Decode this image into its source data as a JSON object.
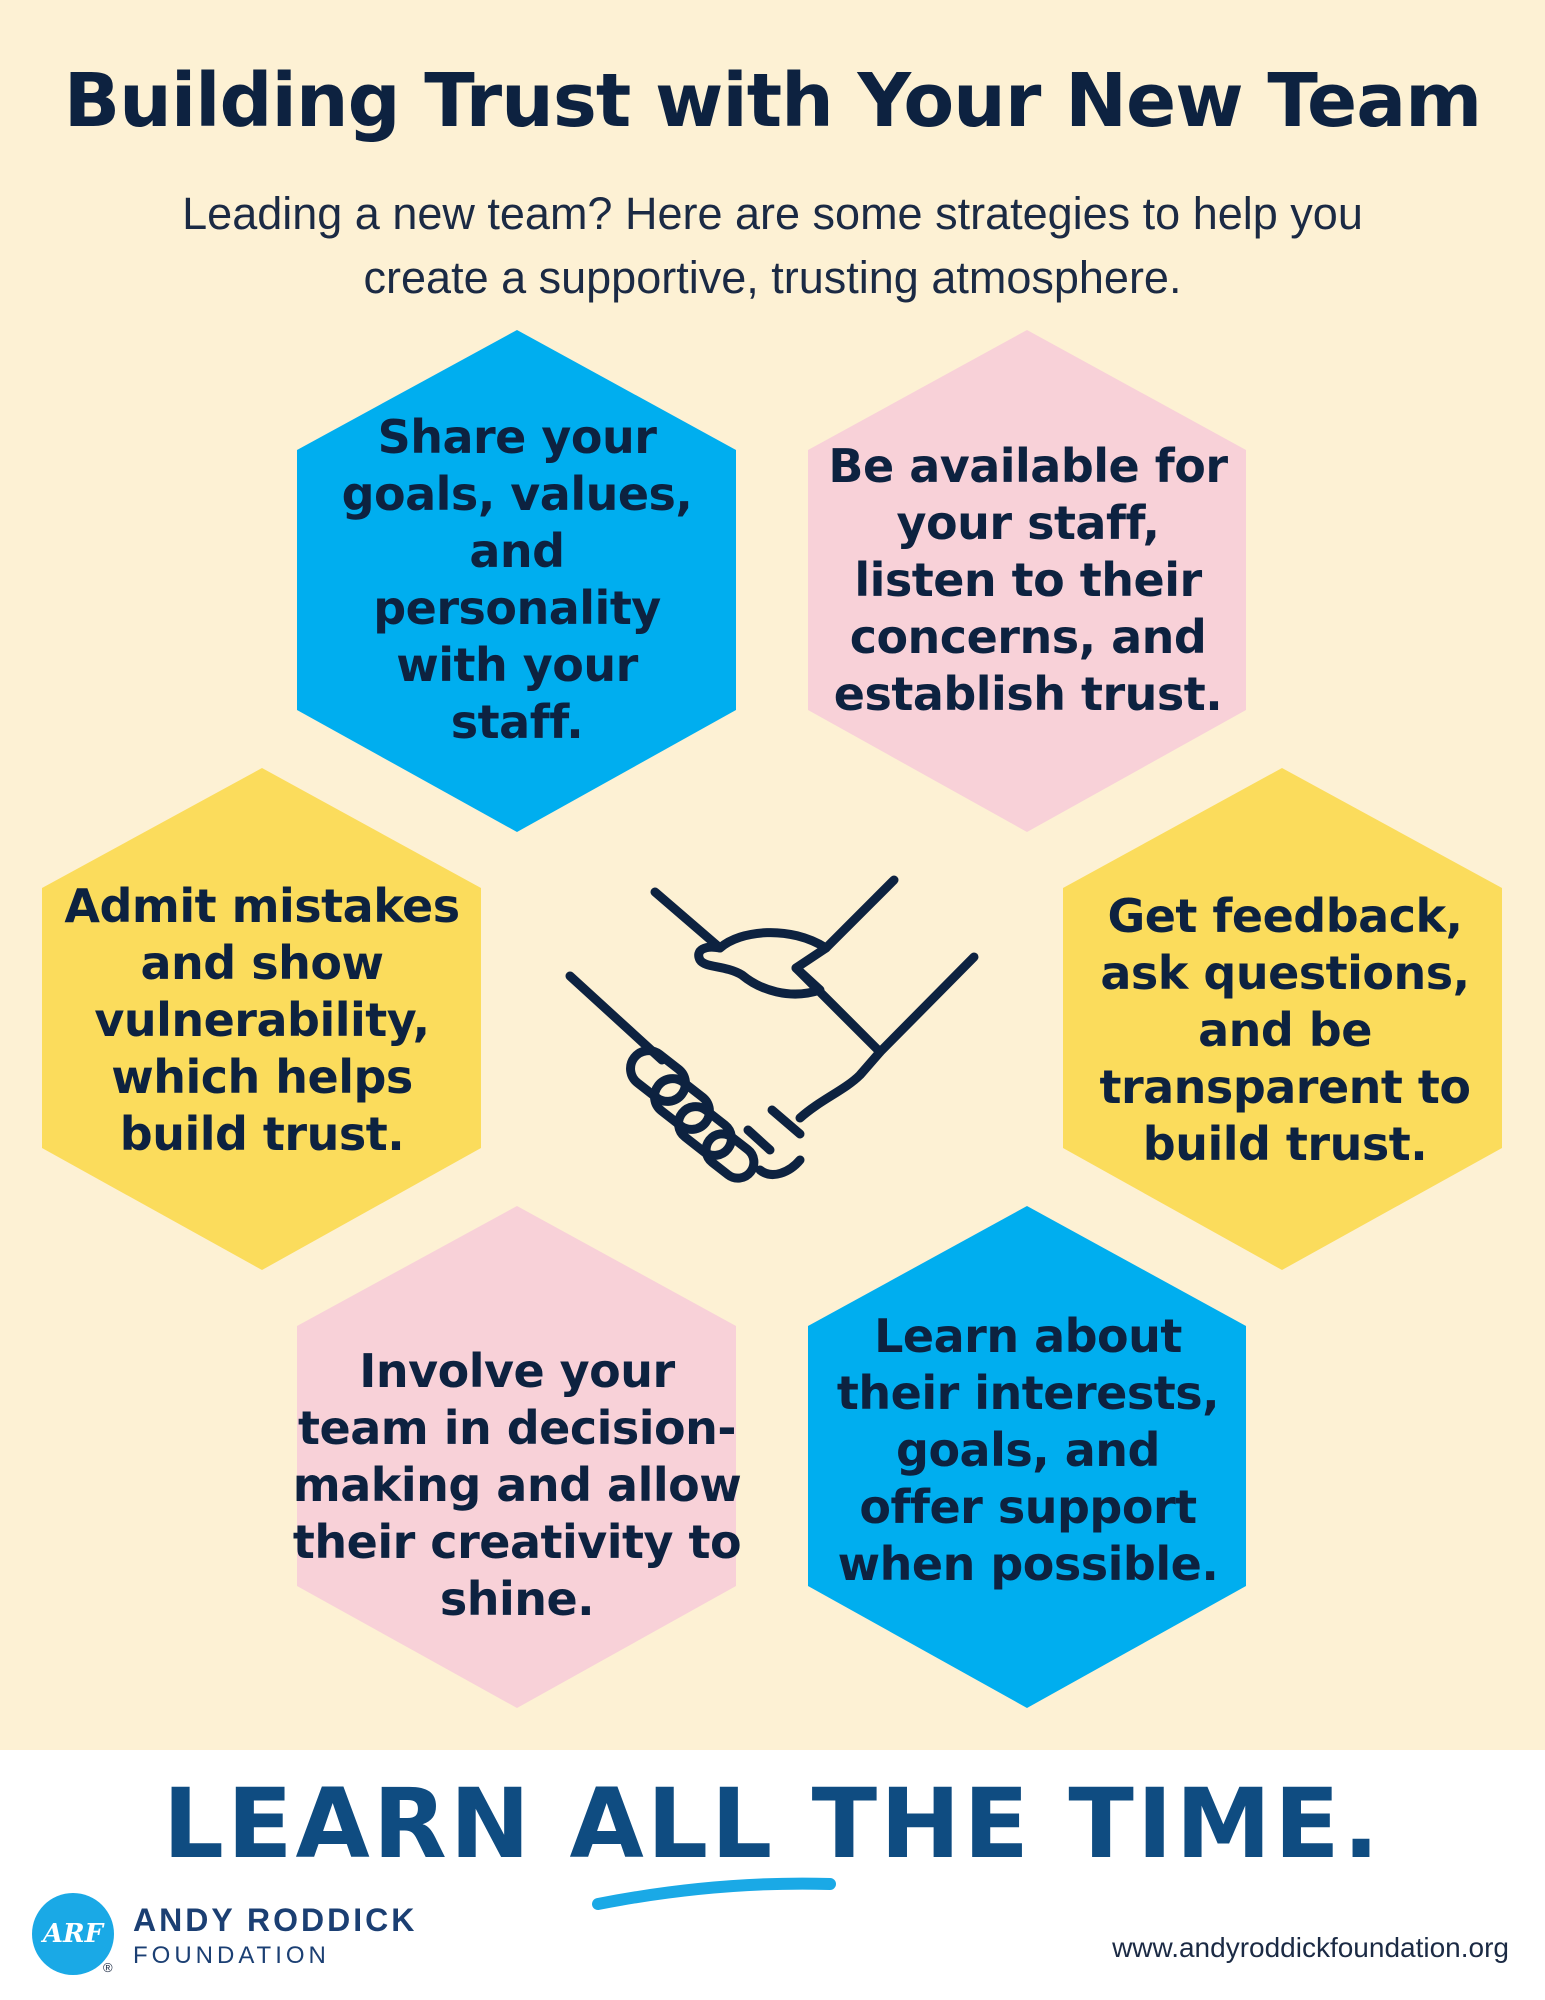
{
  "header": {
    "title": "Building Trust with Your New Team",
    "subtitle": "Leading a new team? Here are some strategies to help you create a supportive, trusting atmosphere."
  },
  "tips": [
    {
      "text": "Share your goals, values, and personality with your staff.",
      "color": "#00aeef"
    },
    {
      "text": "Be available for your staff, listen to their concerns, and establish trust.",
      "color": "#f8d1d8"
    },
    {
      "text": "Admit mistakes and show vulnerability, which helps build trust.",
      "color": "#fbdc5c"
    },
    {
      "text": "Get feedback, ask questions, and be transparent to build trust.",
      "color": "#fbdc5c"
    },
    {
      "text": "Involve your team in decision-making and allow their creativity to shine.",
      "color": "#f8d1d8"
    },
    {
      "text": "Learn about their interests, goals, and offer support when possible.",
      "color": "#00aeef"
    }
  ],
  "center_icon": "handshake-icon",
  "footer": {
    "tagline_start": "LEARN ",
    "tagline_emphasis": "ALL",
    "tagline_end": " THE TIME.",
    "org_name": "ANDY RODDICK",
    "org_sub": "FOUNDATION",
    "logo_text": "ARF",
    "registered": "®",
    "website": "www.andyroddickfoundation.org",
    "tagline_color": "#0f4c81",
    "underline_color": "#1aa9e6"
  }
}
